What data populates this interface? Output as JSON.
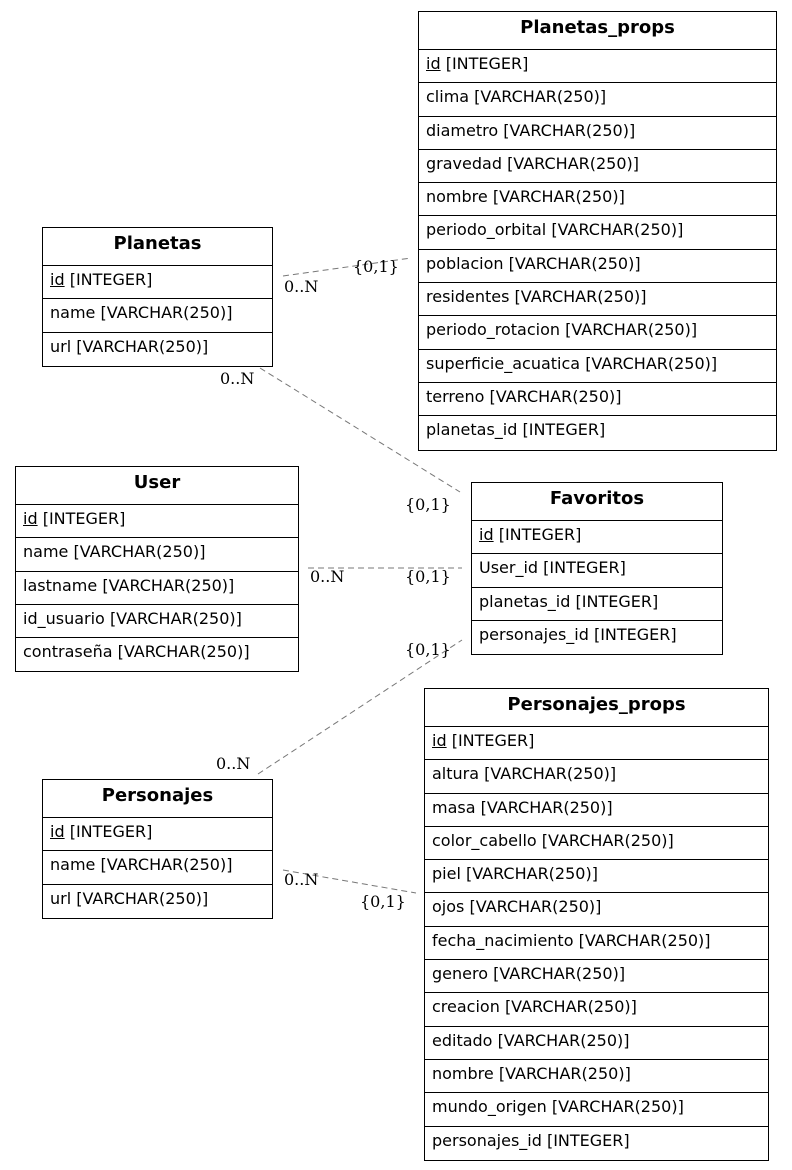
{
  "tables": {
    "planetas_props": {
      "title": "Planetas_props",
      "columns": [
        {
          "name": "id",
          "type": "[INTEGER]",
          "pk": true
        },
        {
          "name": "clima",
          "type": "[VARCHAR(250)]"
        },
        {
          "name": "diametro",
          "type": "[VARCHAR(250)]"
        },
        {
          "name": "gravedad",
          "type": "[VARCHAR(250)]"
        },
        {
          "name": "nombre",
          "type": "[VARCHAR(250)]"
        },
        {
          "name": "periodo_orbital",
          "type": "[VARCHAR(250)]"
        },
        {
          "name": "poblacion",
          "type": "[VARCHAR(250)]"
        },
        {
          "name": "residentes",
          "type": "[VARCHAR(250)]"
        },
        {
          "name": "periodo_rotacion",
          "type": "[VARCHAR(250)]"
        },
        {
          "name": "superficie_acuatica",
          "type": "[VARCHAR(250)]"
        },
        {
          "name": "terreno",
          "type": "[VARCHAR(250)]"
        },
        {
          "name": "planetas_id",
          "type": "[INTEGER]"
        }
      ]
    },
    "planetas": {
      "title": "Planetas",
      "columns": [
        {
          "name": "id",
          "type": "[INTEGER]",
          "pk": true
        },
        {
          "name": "name",
          "type": "[VARCHAR(250)]"
        },
        {
          "name": "url",
          "type": "[VARCHAR(250)]"
        }
      ]
    },
    "user": {
      "title": "User",
      "columns": [
        {
          "name": "id",
          "type": "[INTEGER]",
          "pk": true
        },
        {
          "name": "name",
          "type": "[VARCHAR(250)]"
        },
        {
          "name": "lastname",
          "type": "[VARCHAR(250)]"
        },
        {
          "name": "id_usuario",
          "type": "[VARCHAR(250)]"
        },
        {
          "name": "contraseña",
          "type": "[VARCHAR(250)]"
        }
      ]
    },
    "favoritos": {
      "title": "Favoritos",
      "columns": [
        {
          "name": "id",
          "type": "[INTEGER]",
          "pk": true
        },
        {
          "name": "User_id",
          "type": "[INTEGER]"
        },
        {
          "name": "planetas_id",
          "type": "[INTEGER]"
        },
        {
          "name": "personajes_id",
          "type": "[INTEGER]"
        }
      ]
    },
    "personajes_props": {
      "title": "Personajes_props",
      "columns": [
        {
          "name": "id",
          "type": "[INTEGER]",
          "pk": true
        },
        {
          "name": "altura",
          "type": "[VARCHAR(250)]"
        },
        {
          "name": "masa",
          "type": "[VARCHAR(250)]"
        },
        {
          "name": "color_cabello",
          "type": "[VARCHAR(250)]"
        },
        {
          "name": "piel",
          "type": "[VARCHAR(250)]"
        },
        {
          "name": "ojos",
          "type": "[VARCHAR(250)]"
        },
        {
          "name": "fecha_nacimiento",
          "type": "[VARCHAR(250)]"
        },
        {
          "name": "genero",
          "type": "[VARCHAR(250)]"
        },
        {
          "name": "creacion",
          "type": "[VARCHAR(250)]"
        },
        {
          "name": "editado",
          "type": "[VARCHAR(250)]"
        },
        {
          "name": "nombre",
          "type": "[VARCHAR(250)]"
        },
        {
          "name": "mundo_origen",
          "type": "[VARCHAR(250)]"
        },
        {
          "name": "personajes_id",
          "type": "[INTEGER]"
        }
      ]
    },
    "personajes": {
      "title": "Personajes",
      "columns": [
        {
          "name": "id",
          "type": "[INTEGER]",
          "pk": true
        },
        {
          "name": "name",
          "type": "[VARCHAR(250)]"
        },
        {
          "name": "url",
          "type": "[VARCHAR(250)]"
        }
      ]
    }
  },
  "relationships": [
    {
      "from": "Planetas",
      "to": "Planetas_props",
      "from_card": "0..N",
      "to_card": "{0,1}"
    },
    {
      "from": "Planetas",
      "to": "Favoritos",
      "from_card": "0..N",
      "to_card": "{0,1}"
    },
    {
      "from": "User",
      "to": "Favoritos",
      "from_card": "0..N",
      "to_card": "{0,1}"
    },
    {
      "from": "Personajes",
      "to": "Favoritos",
      "from_card": "0..N",
      "to_card": "{0,1}"
    },
    {
      "from": "Personajes",
      "to": "Personajes_props",
      "from_card": "0..N",
      "to_card": "{0,1}"
    }
  ],
  "colors": {
    "line": "#777777",
    "border": "#000000",
    "background": "#ffffff"
  }
}
